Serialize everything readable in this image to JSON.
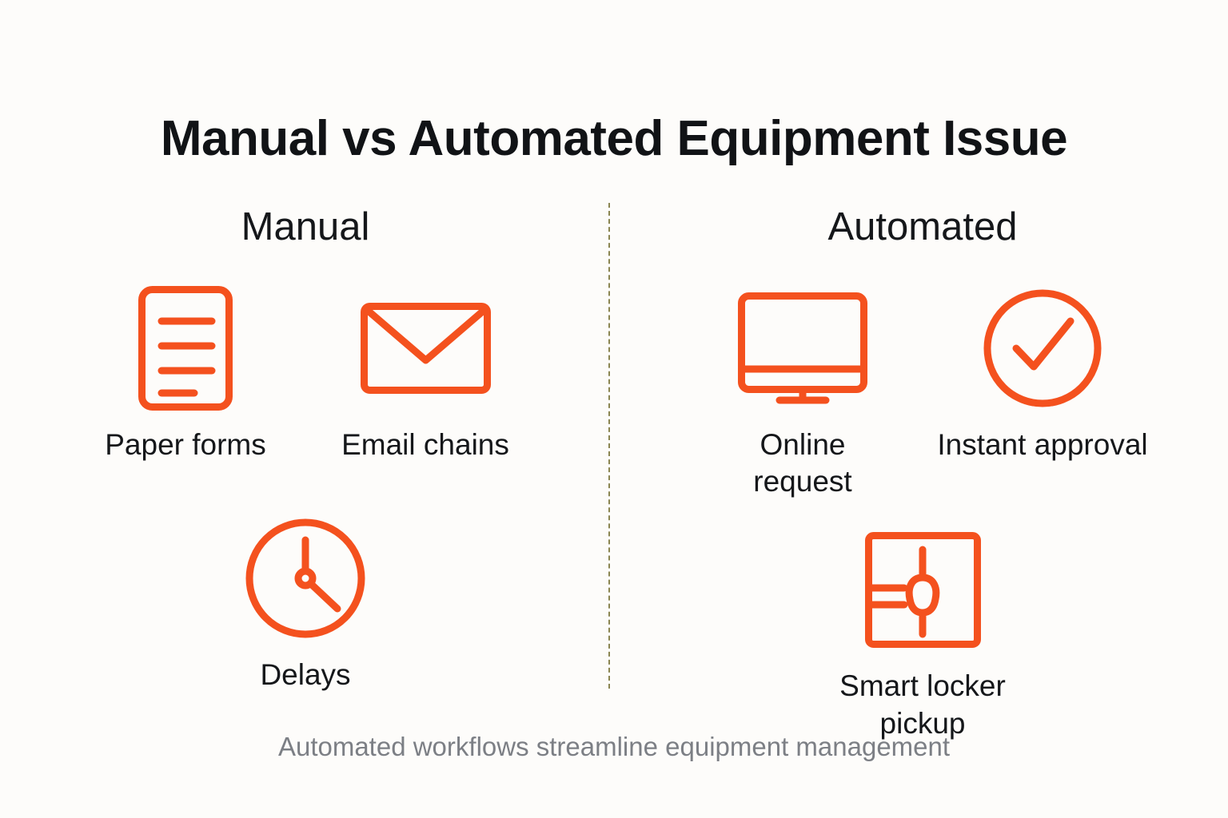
{
  "page": {
    "title": "Manual vs Automated Equipment Issue",
    "background_color": "#FDFCFA",
    "accent_color": "#F4511E",
    "text_color": "#15171A",
    "muted_text_color": "#7C7F85",
    "divider_color": "#8b8652"
  },
  "columns": [
    {
      "heading": "Manual",
      "items": [
        {
          "label": "Paper forms",
          "icon": "document-icon"
        },
        {
          "label": "Email chains",
          "icon": "envelope-icon"
        },
        {
          "label": "Delays",
          "icon": "clock-icon"
        }
      ]
    },
    {
      "heading": "Automated",
      "items": [
        {
          "label": "Online\nrequest",
          "icon": "monitor-icon"
        },
        {
          "label": "Instant approval",
          "icon": "check-circle-icon"
        },
        {
          "label": "Smart locker\npickup",
          "icon": "smart-locker-icon"
        }
      ]
    }
  ],
  "footer": {
    "caption": "Automated workflows streamline equipment management"
  }
}
